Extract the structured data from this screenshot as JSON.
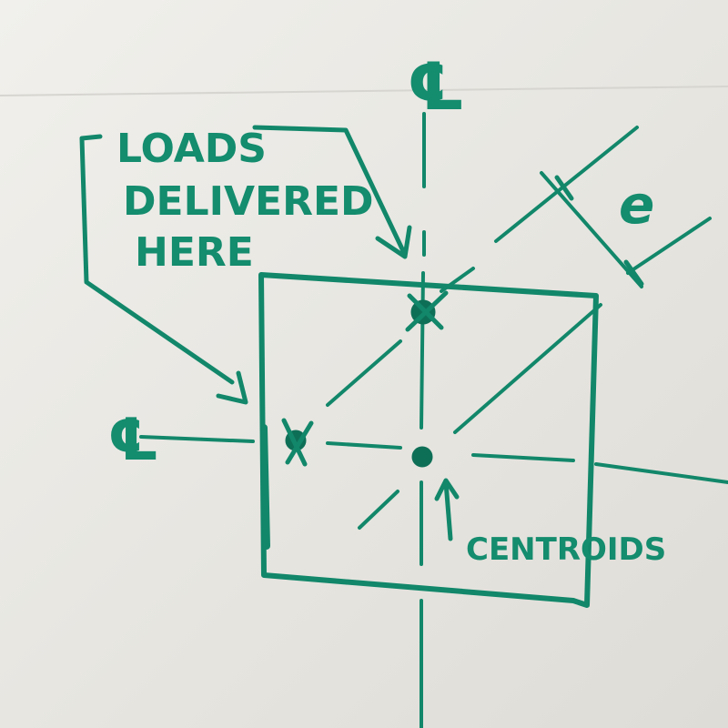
{
  "annotations": {
    "loads_line1": "LOADS",
    "loads_line2": "DELIVERED",
    "loads_line3": "HERE",
    "centroids": "CENTROIDS",
    "eccentricity": "e",
    "centerline_symbol": "℄"
  },
  "colors": {
    "ink": "#12876a",
    "paper": "#ecebe7"
  }
}
